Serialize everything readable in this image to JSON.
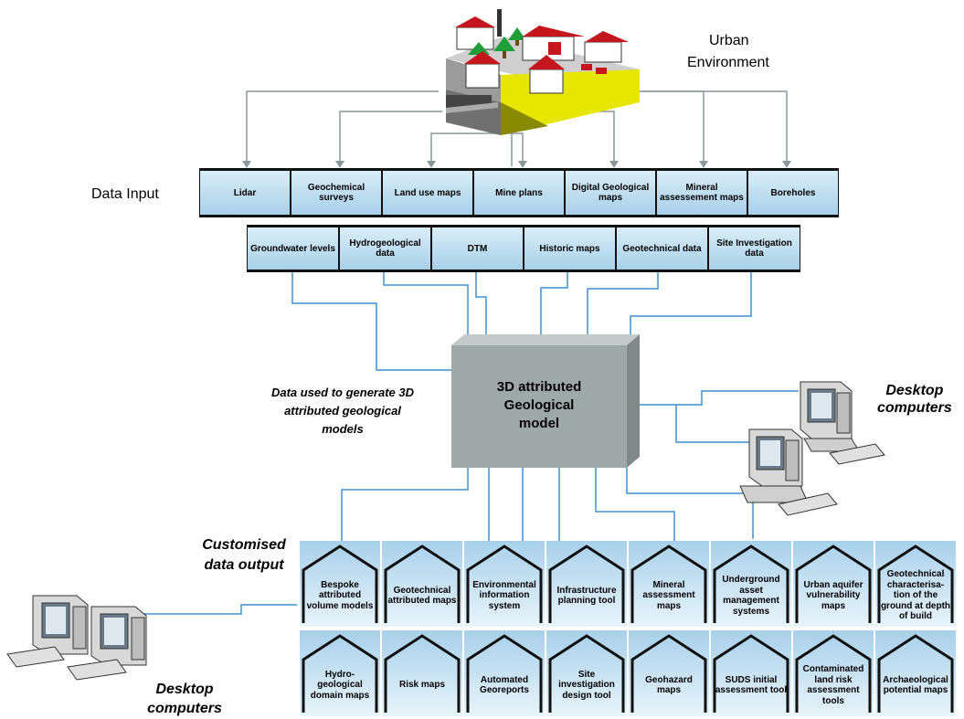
{
  "title": {
    "line1": "Urban",
    "line2": "Environment"
  },
  "data_input_label": "Data Input",
  "data_inputs_row1": [
    "Lidar",
    "Geochemical surveys",
    "Land use maps",
    "Mine plans",
    "Digital Geological maps",
    "Mineral assessement maps",
    "Boreholes"
  ],
  "data_inputs_row2": [
    "Groundwater levels",
    "Hydrogeological data",
    "DTM",
    "Historic maps",
    "Geotechnical data",
    "Site Investigation data"
  ],
  "model": {
    "line1": "3D attributed",
    "line2": "Geological",
    "line3": "model"
  },
  "data_used_note": {
    "line1": "Data used to generate  3D",
    "line2": "attributed geological",
    "line3": "models"
  },
  "desktop_right": {
    "line1": "Desktop",
    "line2": "computers"
  },
  "desktop_left": {
    "line1": "Desktop",
    "line2": "computers"
  },
  "customised_label": {
    "line1": "Customised",
    "line2": "data output"
  },
  "outputs_row1": [
    "Bespoke attributed volume models",
    "Geotechnical attributed maps",
    "Environmental information system",
    "Infrastructure planning tool",
    "Mineral assessment maps",
    "Underground asset management systems",
    "Urban aquifer vulnerability maps",
    "Geotechnical characterisa-tion of the ground at depth of build"
  ],
  "outputs_row2": [
    "Hydro-geological domain maps",
    "Risk maps",
    "Automated Georeports",
    "Site investigation design tool",
    "Geohazard maps",
    "SUDS initial assessment tool",
    "Contaminated land risk assessment tools",
    "Archaeological potential maps"
  ],
  "colors": {
    "box_top": "#d9eef8",
    "box_bottom": "#a8d0ea",
    "line_blue": "#3d8fd1",
    "line_gray": "#8a9a9a",
    "model_gray": "#9fa8a8"
  },
  "icons": [
    "urban-environment-illustration",
    "desktop-computer-icon"
  ]
}
